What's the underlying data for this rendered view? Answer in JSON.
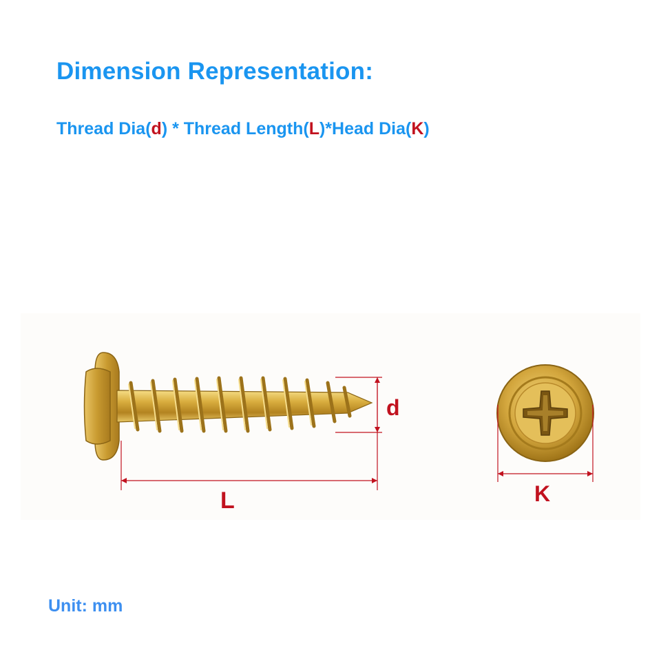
{
  "heading": "Dimension Representation:",
  "formula": {
    "part1": "Thread Dia(",
    "sym_d": "d",
    "part2": ") * Thread Length(",
    "sym_L": "L",
    "part3": ")*Head Dia(",
    "sym_K": "K",
    "part4": ")"
  },
  "labels": {
    "d": "d",
    "L": "L",
    "K": "K"
  },
  "unit": "Unit: mm",
  "colors": {
    "text_blue": "#1a95f0",
    "accent_red": "#c1121f",
    "brass": "#d4a93a"
  }
}
